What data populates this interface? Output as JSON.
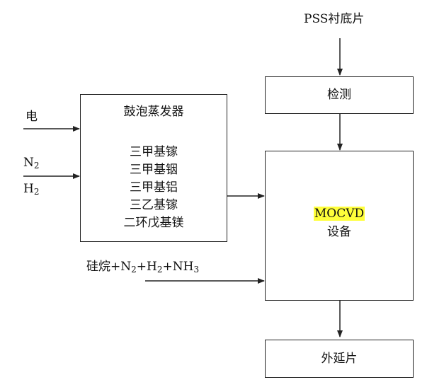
{
  "inputs": {
    "pss_substrate": "PSS衬底片",
    "electricity": "电",
    "n2": {
      "base": "N",
      "sub": "2"
    },
    "h2": {
      "base": "H",
      "sub": "2"
    },
    "silane_mix": {
      "p1": "硅烷+N",
      "s1": "2",
      "p2": "+H",
      "s2": "2",
      "p3": "+NH",
      "s3": "3"
    }
  },
  "bubbler": {
    "title": "鼓泡蒸发器",
    "items": [
      "三甲基镓",
      "三甲基铟",
      "三甲基铝",
      "三乙基镓",
      "二环戊基镁"
    ]
  },
  "detection": {
    "label": "检测"
  },
  "mocvd": {
    "name": "MOCVD",
    "label": "设备",
    "highlight_color": "#ffff3a"
  },
  "output": {
    "label": "外延片"
  }
}
